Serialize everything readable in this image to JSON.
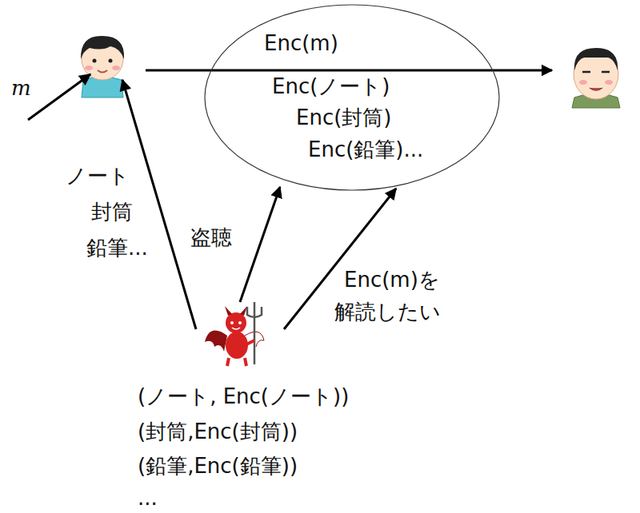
{
  "diagram": {
    "nodes": [
      {
        "text": [
          "Enc(m)",
          "Enc(ノート)",
          "Enc(封筒)",
          "Enc(鉛筆)..."
        ]
      }
    ],
    "labels": [
      "m",
      "ノート",
      "封筒",
      "鉛筆...",
      "盗聴",
      "Enc(m)を",
      "解読したい",
      "(ノート, Enc(ノート))",
      "(封筒,Enc(封筒))",
      "(鉛筆,Enc(鉛筆))",
      "..."
    ]
  }
}
